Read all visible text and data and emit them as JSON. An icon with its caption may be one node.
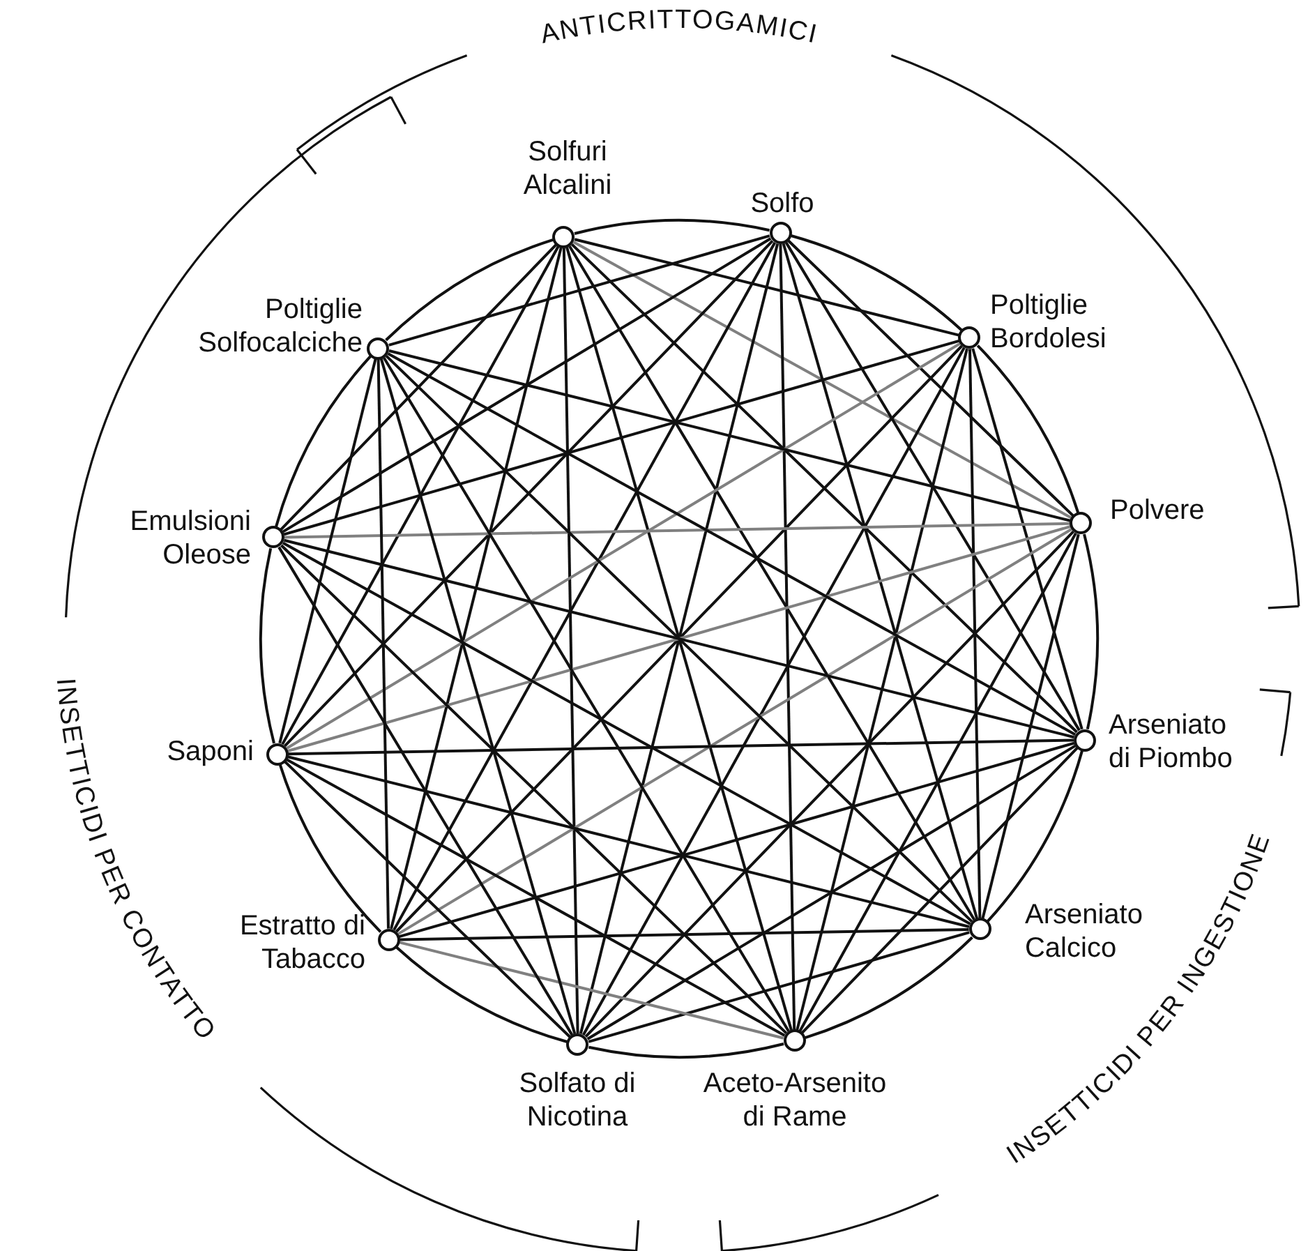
{
  "diagram": {
    "nodes": [
      {
        "text": [
          "Solfuri Alcalini"
        ]
      },
      {
        "text": [
          "Solfo"
        ]
      },
      {
        "text": [
          "Poltiglie Bordolesi"
        ]
      },
      {
        "text": [
          "Polvere"
        ]
      },
      {
        "text": [
          "Arseniato di Piombo"
        ]
      },
      {
        "text": [
          "Arseniato Calcico"
        ]
      },
      {
        "text": [
          "Aceto-Arsenito di Rame"
        ]
      },
      {
        "text": [
          "Solfato di Nicotina"
        ]
      },
      {
        "text": [
          "Estratto di Tabacco"
        ]
      },
      {
        "text": [
          "Saponi"
        ]
      },
      {
        "text": [
          "Emulsioni Oleose"
        ]
      },
      {
        "text": [
          "Poltiglie Solfocalciche"
        ]
      }
    ],
    "edges": [
      {
        "from": 0,
        "to": 1,
        "arrow": "none"
      },
      {
        "from": 1,
        "to": 2,
        "arrow": "none"
      },
      {
        "from": 2,
        "to": 3,
        "arrow": "none"
      },
      {
        "from": 3,
        "to": 4,
        "arrow": "none"
      },
      {
        "from": 4,
        "to": 5,
        "arrow": "none"
      },
      {
        "from": 5,
        "to": 6,
        "arrow": "none"
      },
      {
        "from": 6,
        "to": 7,
        "arrow": "none"
      },
      {
        "from": 7,
        "to": 8,
        "arrow": "none"
      },
      {
        "from": 8,
        "to": 9,
        "arrow": "none"
      },
      {
        "from": 9,
        "to": 10,
        "arrow": "none"
      },
      {
        "from": 10,
        "to": 11,
        "arrow": "none"
      },
      {
        "from": 11,
        "to": 0,
        "arrow": "none"
      },
      {
        "from": 0,
        "to": 2,
        "arrow": "none"
      },
      {
        "from": 0,
        "to": 3,
        "arrow": "none",
        "color": "#808080"
      },
      {
        "from": 0,
        "to": 4,
        "arrow": "none"
      },
      {
        "from": 0,
        "to": 5,
        "arrow": "none"
      },
      {
        "from": 0,
        "to": 6,
        "arrow": "none"
      },
      {
        "from": 0,
        "to": 7,
        "arrow": "none"
      },
      {
        "from": 0,
        "to": 8,
        "arrow": "none"
      },
      {
        "from": 0,
        "to": 9,
        "arrow": "none"
      },
      {
        "from": 0,
        "to": 10,
        "arrow": "none"
      },
      {
        "from": 1,
        "to": 3,
        "arrow": "none"
      },
      {
        "from": 1,
        "to": 4,
        "arrow": "none"
      },
      {
        "from": 1,
        "to": 5,
        "arrow": "none"
      },
      {
        "from": 1,
        "to": 6,
        "arrow": "none"
      },
      {
        "from": 1,
        "to": 7,
        "arrow": "none"
      },
      {
        "from": 1,
        "to": 8,
        "arrow": "none"
      },
      {
        "from": 1,
        "to": 9,
        "arrow": "none"
      },
      {
        "from": 1,
        "to": 10,
        "arrow": "none"
      },
      {
        "from": 1,
        "to": 11,
        "arrow": "none"
      },
      {
        "from": 2,
        "to": 4,
        "arrow": "none"
      },
      {
        "from": 2,
        "to": 5,
        "arrow": "none"
      },
      {
        "from": 2,
        "to": 6,
        "arrow": "none"
      },
      {
        "from": 2,
        "to": 7,
        "arrow": "none"
      },
      {
        "from": 2,
        "to": 8,
        "arrow": "none"
      },
      {
        "from": 2,
        "to": 9,
        "arrow": "none",
        "color": "#808080"
      },
      {
        "from": 2,
        "to": 10,
        "arrow": "none"
      },
      {
        "from": 3,
        "to": 5,
        "arrow": "none"
      },
      {
        "from": 3,
        "to": 6,
        "arrow": "none"
      },
      {
        "from": 3,
        "to": 7,
        "arrow": "none"
      },
      {
        "from": 3,
        "to": 8,
        "arrow": "none",
        "color": "#808080"
      },
      {
        "from": 3,
        "to": 9,
        "arrow": "none",
        "color": "#808080"
      },
      {
        "from": 3,
        "to": 10,
        "arrow": "none",
        "color": "#808080"
      },
      {
        "from": 3,
        "to": 11,
        "arrow": "none"
      },
      {
        "from": 4,
        "to": 6,
        "arrow": "none"
      },
      {
        "from": 4,
        "to": 7,
        "arrow": "none"
      },
      {
        "from": 4,
        "to": 8,
        "arrow": "none"
      },
      {
        "from": 4,
        "to": 9,
        "arrow": "none"
      },
      {
        "from": 4,
        "to": 10,
        "arrow": "none"
      },
      {
        "from": 4,
        "to": 11,
        "arrow": "none"
      },
      {
        "from": 5,
        "to": 7,
        "arrow": "none"
      },
      {
        "from": 5,
        "to": 8,
        "arrow": "none"
      },
      {
        "from": 5,
        "to": 9,
        "arrow": "none"
      },
      {
        "from": 5,
        "to": 10,
        "arrow": "none"
      },
      {
        "from": 5,
        "to": 11,
        "arrow": "none"
      },
      {
        "from": 6,
        "to": 8,
        "arrow": "none",
        "color": "#808080"
      },
      {
        "from": 6,
        "to": 9,
        "arrow": "none"
      },
      {
        "from": 6,
        "to": 10,
        "arrow": "none"
      },
      {
        "from": 6,
        "to": 11,
        "arrow": "none"
      },
      {
        "from": 7,
        "to": 9,
        "arrow": "none"
      },
      {
        "from": 7,
        "to": 10,
        "arrow": "none"
      },
      {
        "from": 7,
        "to": 11,
        "arrow": "none"
      },
      {
        "from": 8,
        "to": 11,
        "arrow": "none"
      },
      {
        "from": 9,
        "to": 11,
        "arrow": "none"
      }
    ],
    "labels": [
      "ANTICRITTOGAMICI",
      "INSETTICIDI PER CONTATTO",
      "INSETTICIDI PER INGESTIONE"
    ]
  }
}
